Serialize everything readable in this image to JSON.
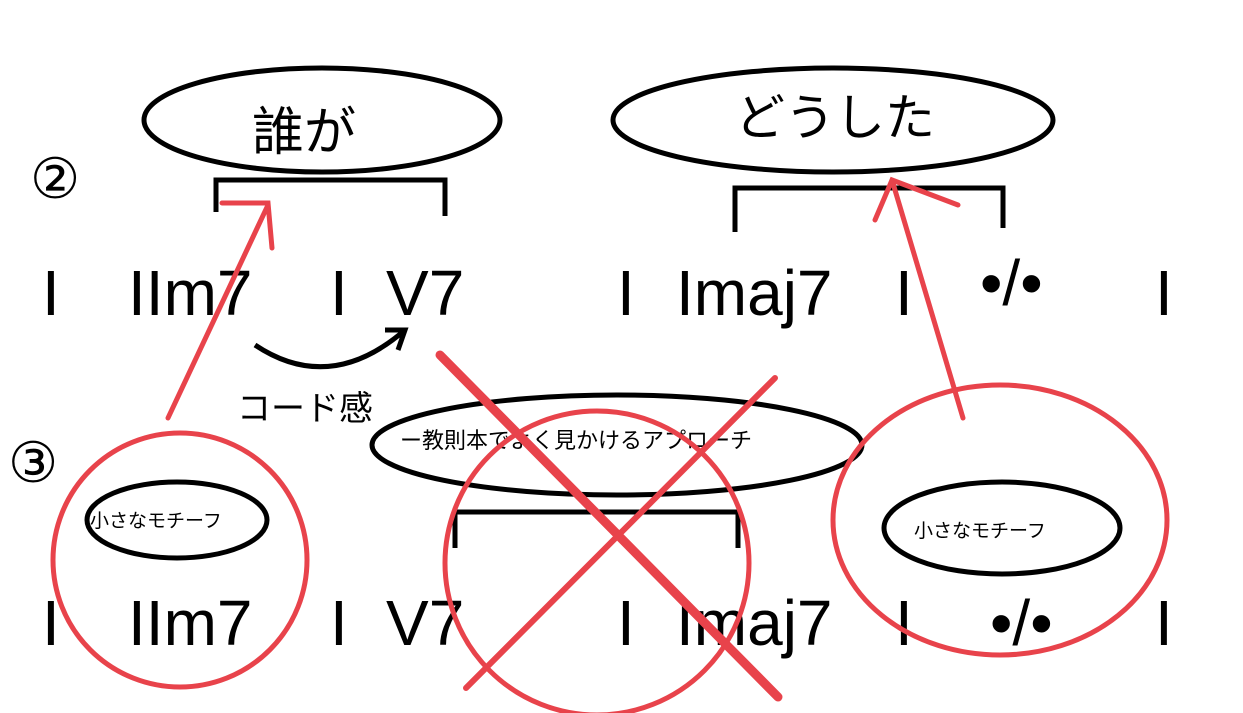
{
  "labels": {
    "who": "誰が",
    "did": "どうした",
    "step2": "②",
    "step3": "③",
    "chord_feel": "コード感",
    "textbook_approach": "ー教則本でよく見かけるアプローチ",
    "small_motif_left": "小さなモチーフ",
    "small_motif_right": "小さなモチーフ"
  },
  "row1": {
    "bar": "I",
    "c1": "IIm7",
    "c2": "V7",
    "c3": "Imaj7",
    "c4": "•/•"
  },
  "row2": {
    "bar": "I",
    "c1": "IIm7",
    "c2": "V7",
    "c3": "Imaj7",
    "c4": "•/•"
  },
  "colors": {
    "ink": "#000000",
    "red": "#e8434b"
  }
}
